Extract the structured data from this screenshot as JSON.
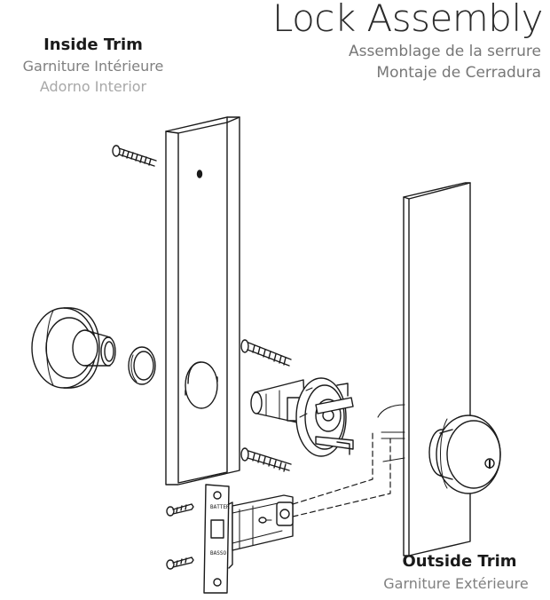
{
  "header": {
    "title": "Lock Assembly",
    "subtitle_fr": "Assemblage de la serrure",
    "subtitle_es": "Montaje de Cerradura"
  },
  "inside_trim": {
    "title": "Inside Trim",
    "fr": "Garniture Intérieure",
    "es": "Adorno Interior"
  },
  "outside_trim": {
    "title": "Outside Trim",
    "fr": "Garniture Extérieure"
  },
  "latch_stamp": {
    "line1": "BATTER",
    "line2": "BASSO"
  }
}
